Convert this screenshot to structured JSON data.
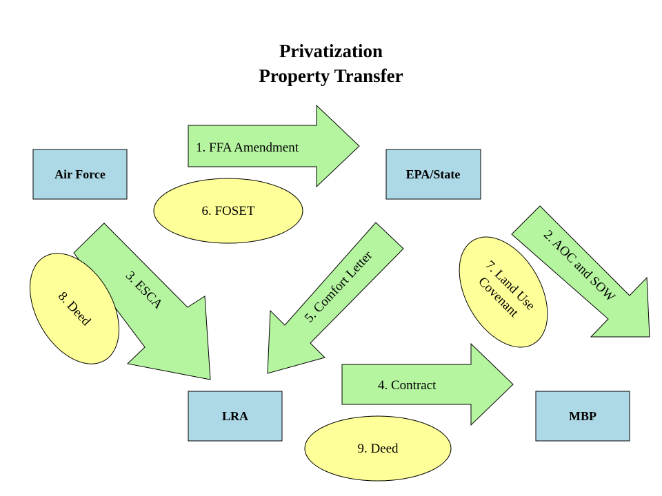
{
  "title": {
    "line1": "Privatization",
    "line2": "Property Transfer"
  },
  "colors": {
    "box_fill": "#add8e6",
    "arrow_fill": "#b5f5a0",
    "ellipse_fill": "#ffff99",
    "stroke": "#000000"
  },
  "nodes": {
    "air_force": "Air Force",
    "epa_state": "EPA/State",
    "lra": "LRA",
    "mbp": "MBP"
  },
  "arrows": {
    "ffa_amendment": "1.  FFA Amendment",
    "aoc_sow": "2.  AOC and SOW",
    "esca": "3.  ESCA",
    "contract": "4.  Contract",
    "comfort_letter": "5. Comfort Letter"
  },
  "ellipses": {
    "foset": "6. FOSET",
    "land_use_line1": "7. Land Use",
    "land_use_line2": "Covenant",
    "deed_left": "8. Deed",
    "deed_bottom": "9. Deed"
  }
}
